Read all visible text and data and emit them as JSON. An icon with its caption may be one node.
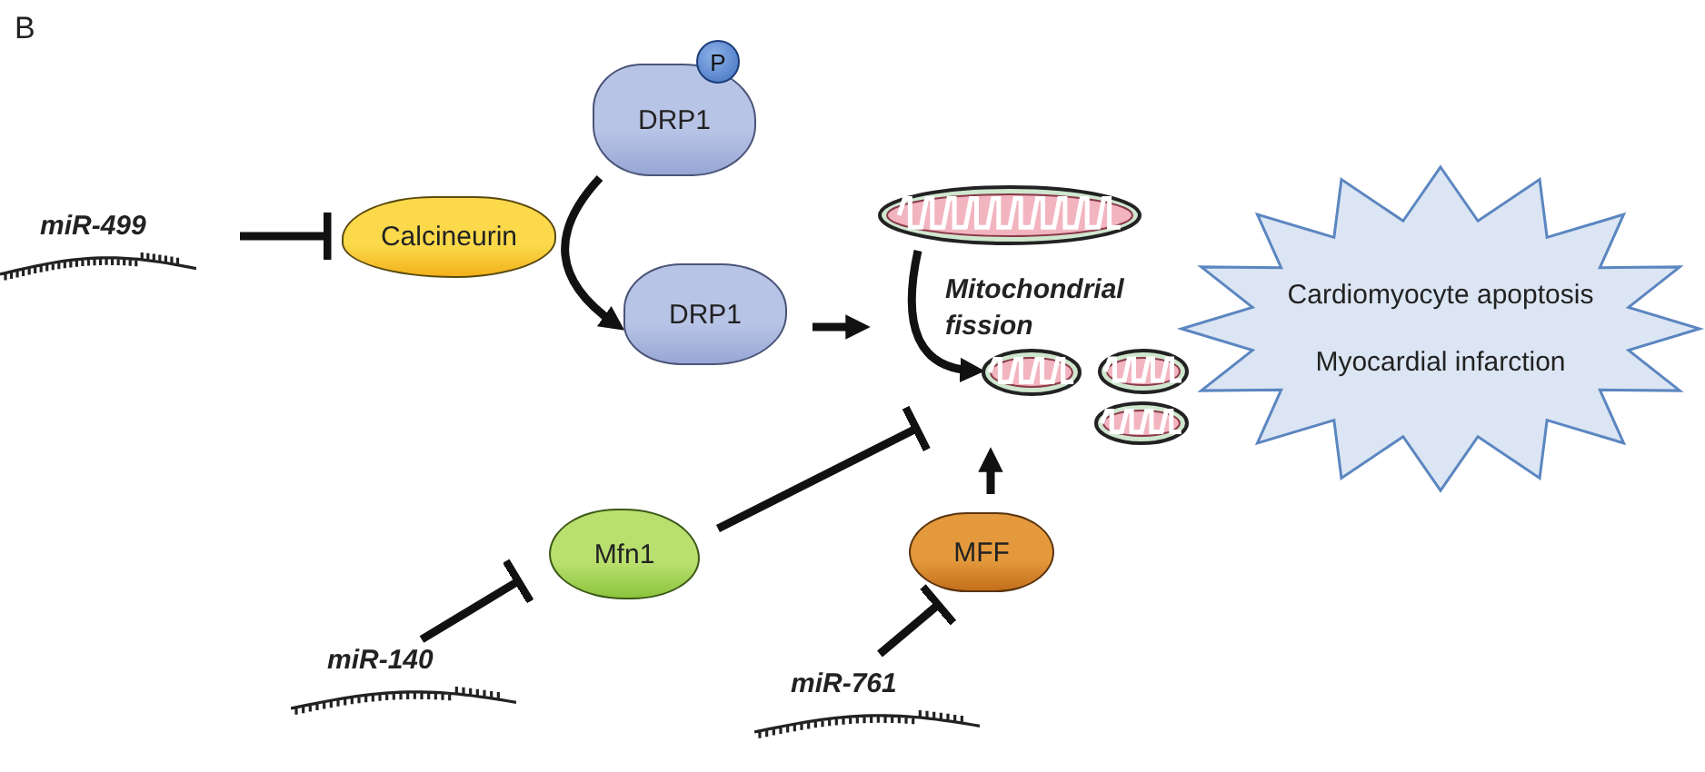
{
  "diagram": {
    "nodes": [
      {
        "text": [
          "miR-499"
        ]
      },
      {
        "text": [
          "Calcineurin"
        ]
      },
      {
        "text": [
          "DRP1"
        ]
      },
      {
        "text": [
          "P"
        ]
      },
      {
        "text": [
          "DRP1"
        ]
      },
      {
        "text": [],
        "shape": "picture"
      },
      {
        "text": [
          "Mitochondrial fission"
        ]
      },
      {
        "text": [],
        "shape": "picture"
      },
      {
        "text": [
          "Cardiomyocyte apoptosis",
          "Myocardial infarction"
        ]
      },
      {
        "text": [
          "Mfn1"
        ]
      },
      {
        "text": [
          "MFF"
        ]
      },
      {
        "text": [
          "miR-140"
        ]
      },
      {
        "text": [
          "miR-761"
        ]
      }
    ],
    "edges": [
      {
        "from": 0,
        "to": 1,
        "arrow": "other"
      },
      {
        "from": 2,
        "to": 4,
        "arrow": "to"
      },
      {
        "from": 4,
        "to": 6,
        "arrow": "to"
      },
      {
        "from": 5,
        "to": 7,
        "arrow": "to"
      },
      {
        "from": 9,
        "to": 7,
        "arrow": "other"
      },
      {
        "from": 10,
        "to": 7,
        "arrow": "to"
      },
      {
        "from": 11,
        "to": 9,
        "arrow": "other"
      },
      {
        "from": 12,
        "to": 10,
        "arrow": "other"
      }
    ],
    "labels": [
      "B"
    ]
  }
}
